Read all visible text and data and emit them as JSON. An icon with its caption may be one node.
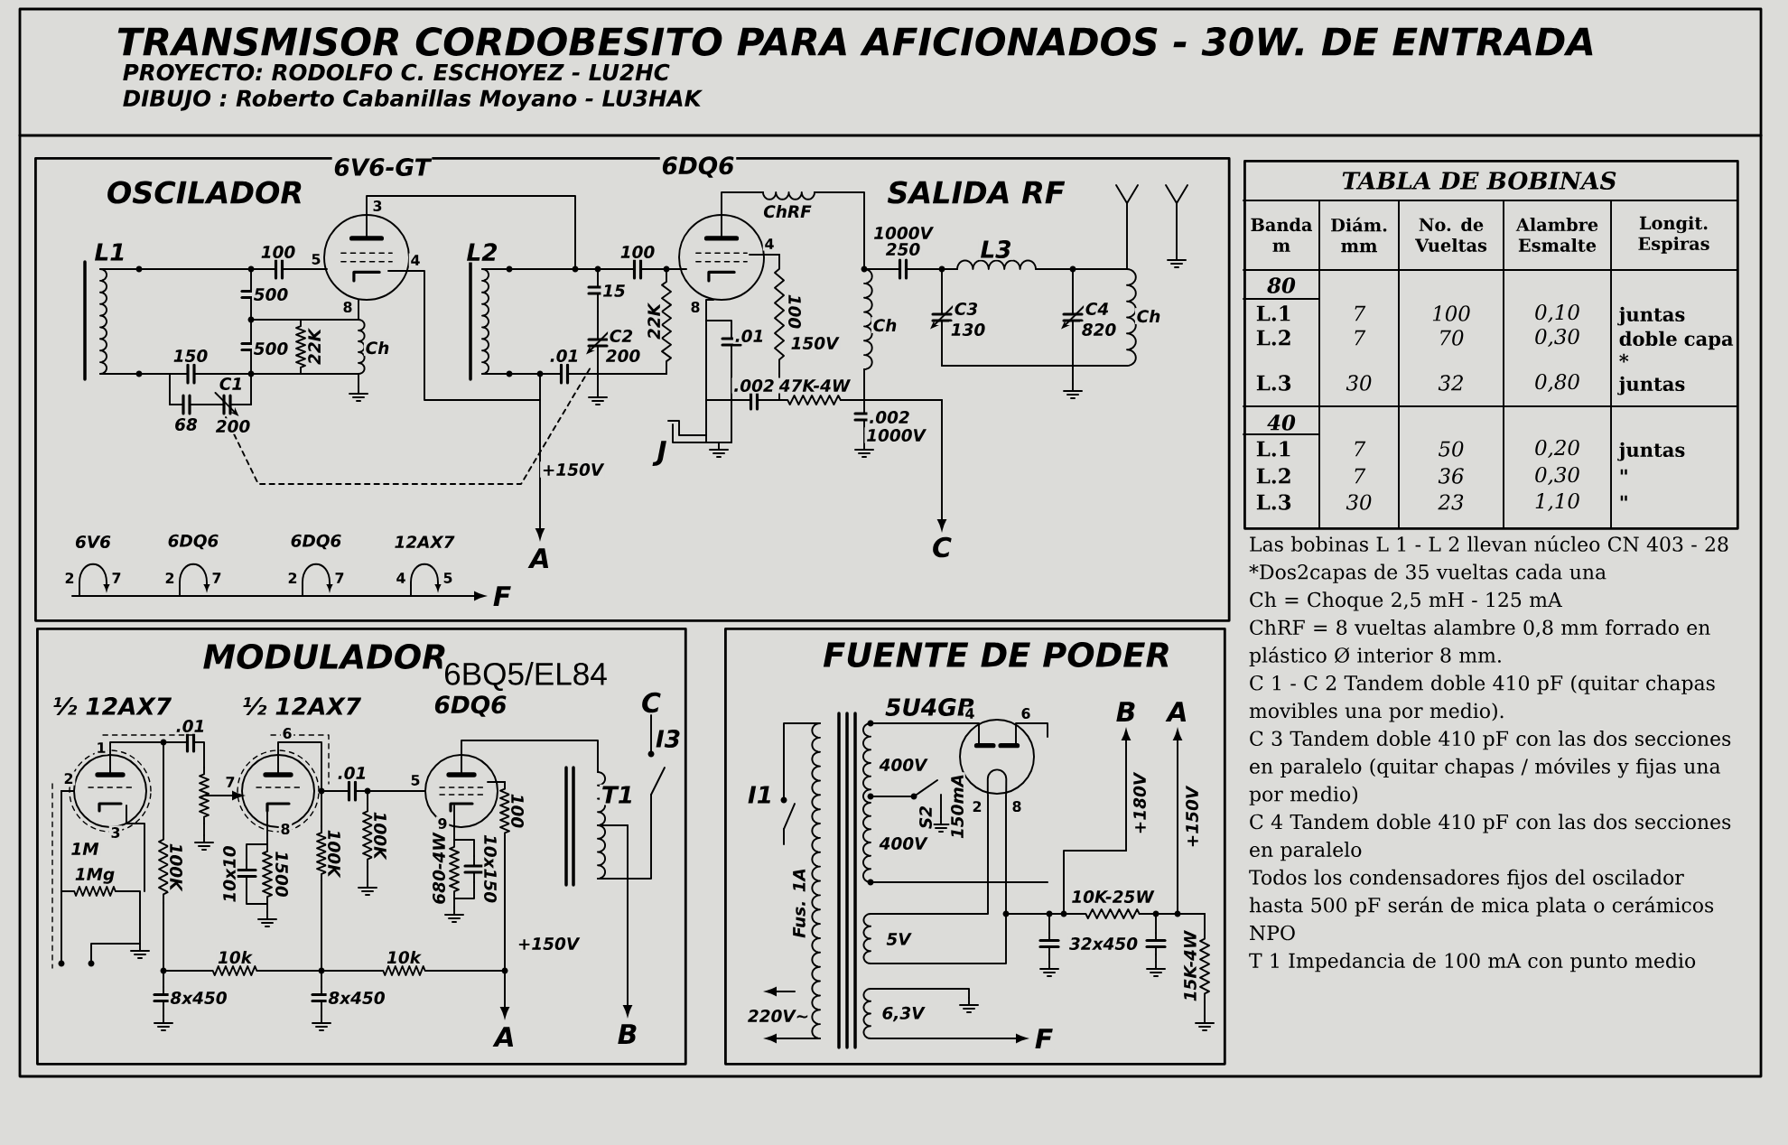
{
  "diagram": {
    "title": "TRANSMISOR CORDOBESITO PARA AFICIONADOS - 30W. DE ENTRADA",
    "nodes": [
      {
        "text": [
          "OSCILADOR",
          "SALIDA RF"
        ]
      },
      {
        "text": [
          "TABLA DE BOBINAS"
        ]
      },
      {
        "text": [
          "MODULADOR"
        ]
      },
      {
        "text": [
          "FUENTE DE PODER"
        ]
      }
    ],
    "labels": [
      "PROYECTO: RODOLFO C. ESCHOYEZ - LU2HC",
      "DIBUJO : Roberto Cabanillas Moyano - LU3HAK",
      "6V6-GT",
      "6DQ6",
      "ChRF",
      "L1",
      "100",
      "3",
      "5",
      "4",
      "500",
      "500",
      "22K",
      "8",
      "Ch",
      "150",
      "C1",
      "68",
      "200",
      "L2",
      "100",
      "15",
      ".01",
      "C2",
      "200",
      "22K",
      "4",
      "8",
      "100",
      "150V",
      ".01",
      ".002",
      "47K-4W",
      "J",
      "+150V",
      "1000V",
      "250",
      "Ch",
      ".002",
      "1000V",
      "L3",
      "C3",
      "130",
      "C4",
      "820",
      "Ch",
      "A",
      "C",
      "6V6",
      "2",
      "7",
      "6DQ6",
      "2",
      "7",
      "6DQ6",
      "2",
      "7",
      "12AX7",
      "4",
      "5",
      "F",
      "6BQ5/EL84",
      "½ 12AX7",
      "½ 12AX7",
      "6DQ6",
      ".01",
      "1",
      "2",
      "3",
      "1M",
      "1Mg",
      "100K",
      "6",
      "7",
      "8",
      "10x10",
      "1500",
      ".01",
      "100K",
      "100K",
      "5",
      "9",
      "680-4W",
      "10x150",
      "100",
      "10k",
      "10k",
      "8x450",
      "8x450",
      "+150V",
      "A",
      "B",
      "C",
      "T1",
      "I3",
      "5U4GB",
      "4",
      "6",
      "400V",
      "2",
      "8",
      "I1",
      "S2",
      "150mA",
      "400V",
      "Fus. 1A",
      "10K-25W",
      "5V",
      "32x450",
      "15K-4W",
      "220V~",
      "6,3V",
      "F",
      "B",
      "A",
      "+180V",
      "+150V",
      "Banda m",
      "Diám. mm",
      "No. de Vueltas",
      "Alambre Esmalte",
      "Longit. Espiras",
      "80",
      "L.1",
      "7",
      "100",
      "0,10",
      "juntas",
      "L.2",
      "7",
      "70",
      "0,30",
      "doble capa *",
      "L.3",
      "30",
      "32",
      "0,80",
      "juntas",
      "40",
      "L.1",
      "7",
      "50",
      "0,20",
      "juntas",
      "L.2",
      "7",
      "36",
      "0,30",
      "\"",
      "L.3",
      "30",
      "23",
      "1,10",
      "\"",
      "Las bobinas L 1 - L 2 llevan núcleo CN 403 - 28",
      "*Dos2capas de 35 vueltas cada una",
      "Ch = Choque 2,5 mH - 125 mA",
      "ChRF = 8 vueltas alambre 0,8 mm forrado en plástico Ø interior 8 mm.",
      "C 1 - C 2 Tandem doble 410 pF (quitar chapas movibles una por medio).",
      "C 3 Tandem doble 410 pF con las dos secciones en paralelo (quitar chapas / móviles y fijas una por medio)",
      "C 4 Tandem doble 410 pF con las dos secciones en paralelo",
      "Todos los condensadores fijos del oscilador hasta 500 pF serán de mica plata o cerámicos NPO",
      "T 1 Impedancia de 100 mA con punto medio"
    ]
  }
}
